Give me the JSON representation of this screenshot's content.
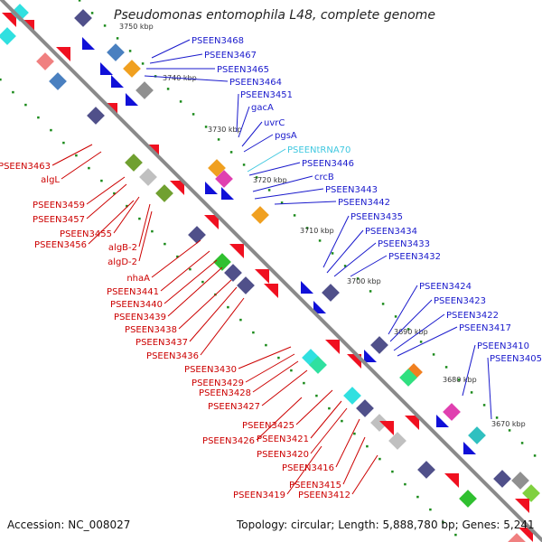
{
  "title": "Pseudomonas entomophila L48, complete genome",
  "footer": {
    "accession": "Accession: NC_008027",
    "topology": "Topology: circular; Length: 5,888,780 bp; Genes: 5,241"
  },
  "colors": {
    "backbone": "#808080",
    "forward_cds": "#e8191e",
    "reverse_cds": "#1010d8",
    "rna_label": "#40c8e0",
    "left_label": "#cc0000",
    "right_label": "#1a1acc",
    "tick": "#1a8a1a"
  },
  "scale_labels": [
    "3750 kbp",
    "3740 kbp",
    "3730 kbp",
    "3720 kbp",
    "3710 kbp",
    "3700 kbp",
    "3690 kbp",
    "3680 kbp",
    "3670 kbp"
  ],
  "right_labels": [
    "PSEEN3468",
    "PSEEN3467",
    "PSEEN3465",
    "PSEEN3464",
    "PSEEN3451",
    "gacA",
    "uvrC",
    "pgsA",
    "PSEENtRNA70",
    "PSEEN3446",
    "crcB",
    "PSEEN3443",
    "PSEEN3442",
    "PSEEN3435",
    "PSEEN3434",
    "PSEEN3433",
    "PSEEN3432",
    "PSEEN3424",
    "PSEEN3423",
    "PSEEN3422",
    "PSEEN3417",
    "PSEEN3410",
    "PSEEN3405"
  ],
  "left_labels": [
    "PSEEN3463",
    "algL",
    "PSEEN3459",
    "PSEEN3457",
    "PSEEN3455",
    "PSEEN3456",
    "algB-2",
    "algD-2",
    "nhaA",
    "PSEEN3441",
    "PSEEN3440",
    "PSEEN3439",
    "PSEEN3438",
    "PSEEN3437",
    "PSEEN3436",
    "PSEEN3430",
    "PSEEN3429",
    "PSEEN3428",
    "PSEEN3427",
    "PSEEN3425",
    "PSEEN3426",
    "PSEEN3421",
    "PSEEN3420",
    "PSEEN3416",
    "PSEEN3415",
    "PSEEN3419",
    "PSEEN3412"
  ]
}
